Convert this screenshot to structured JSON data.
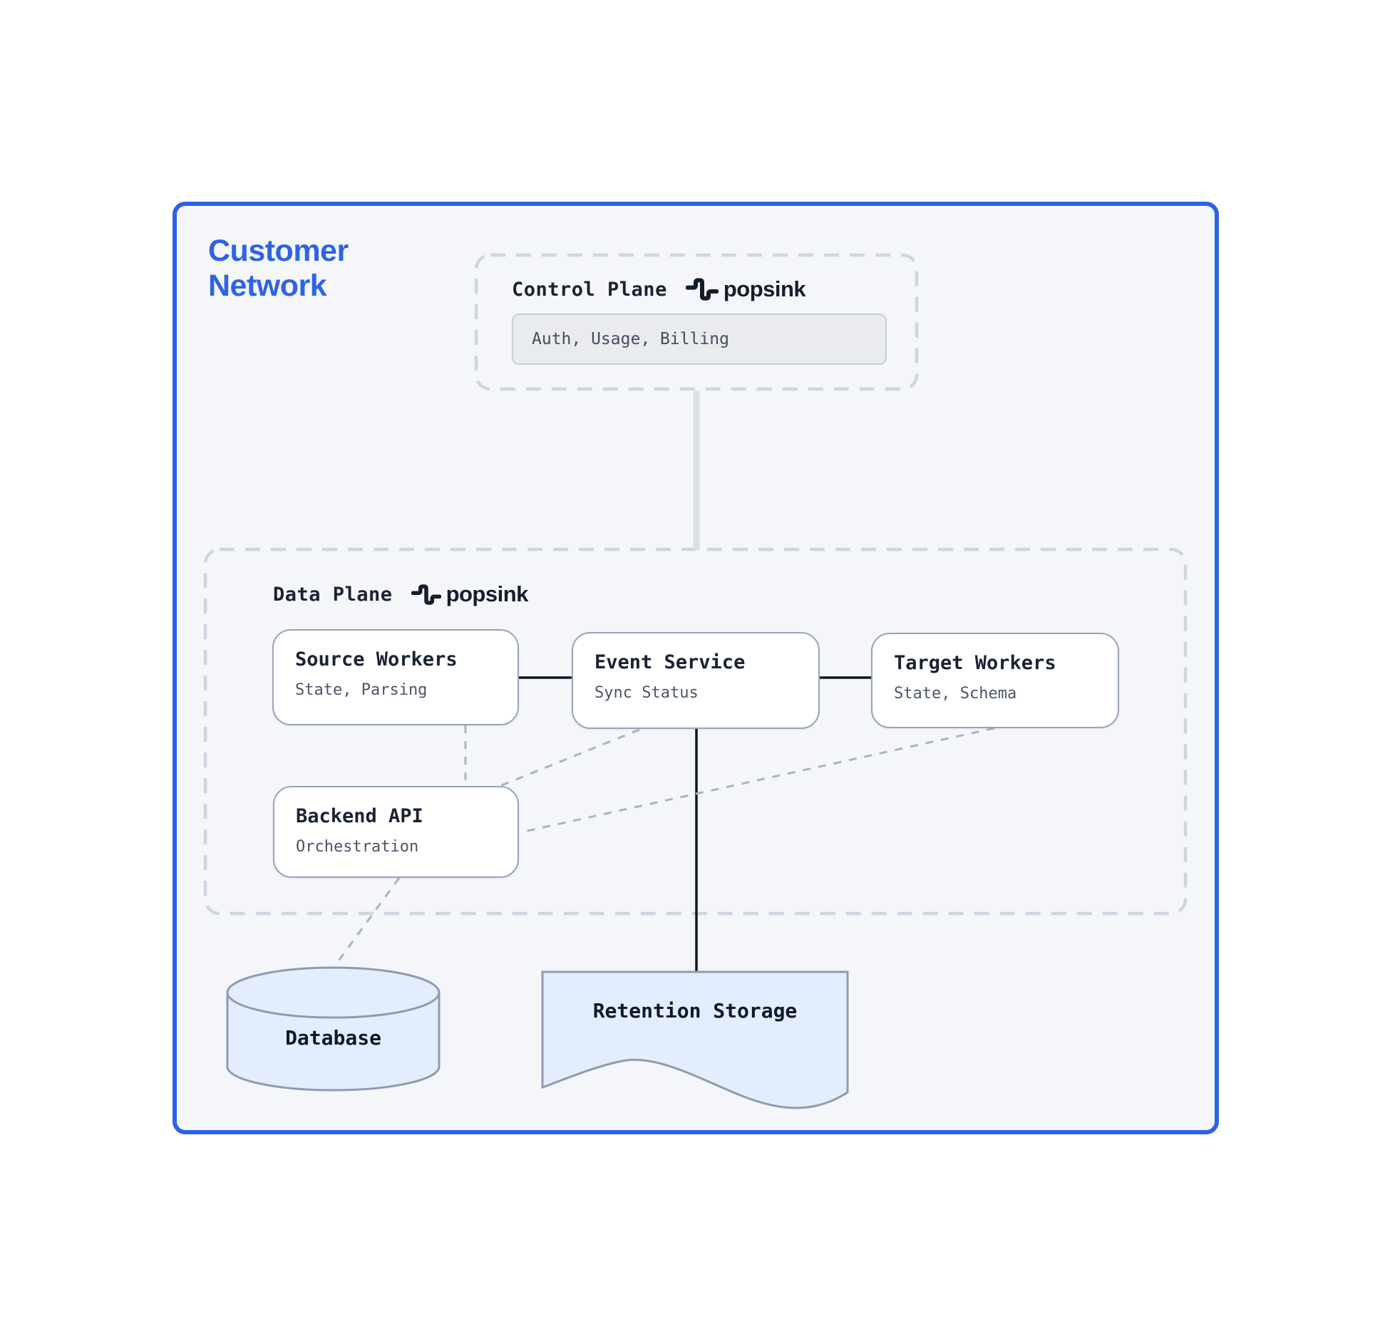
{
  "customer_network": {
    "title": "Customer Network"
  },
  "brand": {
    "name": "popsink"
  },
  "control_plane": {
    "title": "Control Plane",
    "chip": "Auth, Usage, Billing"
  },
  "data_plane": {
    "title": "Data Plane",
    "nodes": {
      "source_workers": {
        "title": "Source Workers",
        "subtitle": "State, Parsing"
      },
      "event_service": {
        "title": "Event Service",
        "subtitle": "Sync Status"
      },
      "target_workers": {
        "title": "Target Workers",
        "subtitle": "State, Schema"
      },
      "backend_api": {
        "title": "Backend API",
        "subtitle": "Orchestration"
      }
    }
  },
  "storage": {
    "database_label": "Database",
    "retention_label": "Retention Storage"
  },
  "colors": {
    "accent_blue": "#2b62e9",
    "title_blue": "#2e63e7",
    "ink": "#1a2332",
    "muted_text": "#4a5568",
    "node_border": "#98a4b8",
    "plane_dashed_border": "#cdd5e0",
    "dashed_connector": "#a9b3c4",
    "solid_connector": "#0e1520",
    "thick_connector": "#d9dfe7",
    "panel_fill": "#f4f6f9",
    "chip_fill": "#e9ebee",
    "storage_fill": "#e3edfb",
    "storage_border": "#8e9bb1"
  }
}
